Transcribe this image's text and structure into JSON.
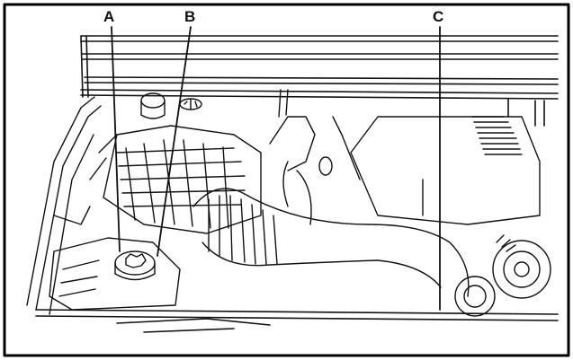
{
  "diagram": {
    "callouts": [
      {
        "id": "A",
        "label": "A"
      },
      {
        "id": "B",
        "label": "B"
      },
      {
        "id": "C",
        "label": "C"
      }
    ],
    "colors": {
      "line": "#111111",
      "background": "#ffffff",
      "border": "#000000"
    }
  }
}
